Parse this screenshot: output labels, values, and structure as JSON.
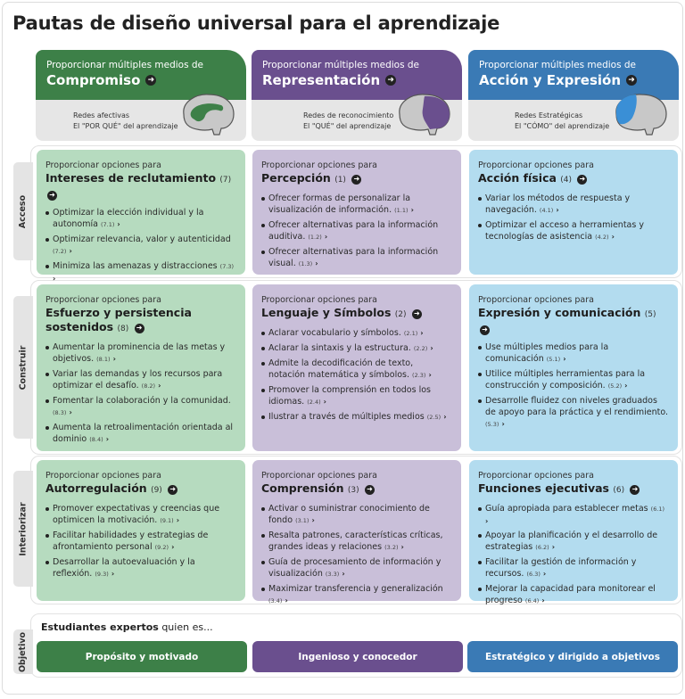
{
  "page": {
    "title": "Pautas de diseño universal para el aprendizaje"
  },
  "colors": {
    "engagement": "#3d8048",
    "representation": "#6a4f8e",
    "action": "#3a7ab5",
    "engagement_light": "#b6dbbf",
    "representation_light": "#c9bfd9",
    "action_light": "#b3dcef"
  },
  "headers": [
    {
      "pre": "Proporcionar múltiples medios de",
      "title": "Compromiso",
      "icon": "arrow-right-circle-icon",
      "network": "Redes afectivas",
      "why": "El \"POR QUÉ\" del aprendizaje",
      "brain_icon": "brain-affective-icon"
    },
    {
      "pre": "Proporcionar múltiples medios de",
      "title": "Representación",
      "icon": "arrow-right-circle-icon",
      "network": "Redes de reconocimiento",
      "why": "El \"QUÉ\" del aprendizaje",
      "brain_icon": "brain-recognition-icon"
    },
    {
      "pre": "Proporcionar múltiples medios de",
      "title": "Acción y Expresión",
      "icon": "arrow-right-circle-icon",
      "network": "Redes Estratégicas",
      "why": "El \"CÓMO\" del aprendizaje",
      "brain_icon": "brain-strategic-icon"
    }
  ],
  "rows": [
    {
      "label": "Acceso",
      "cards": [
        {
          "pre": "Proporcionar opciones para",
          "title": "Intereses de reclutamiento",
          "num": "(7)",
          "items": [
            {
              "text": "Optimizar la elección individual y la autonomía",
              "ref": "(7.1)"
            },
            {
              "text": "Optimizar relevancia, valor y autenticidad",
              "ref": "(7.2)"
            },
            {
              "text": "Minimiza las amenazas y distracciones",
              "ref": "(7.3)"
            }
          ]
        },
        {
          "pre": "Proporcionar opciones para",
          "title": "Percepción",
          "num": "(1)",
          "items": [
            {
              "text": "Ofrecer formas de personalizar la visualización de información.",
              "ref": "(1.1)"
            },
            {
              "text": "Ofrecer alternativas para la información auditiva.",
              "ref": "(1.2)"
            },
            {
              "text": "Ofrecer alternativas para la información visual.",
              "ref": "(1.3)"
            }
          ]
        },
        {
          "pre": "Proporcionar opciones para",
          "title": "Acción física",
          "num": "(4)",
          "items": [
            {
              "text": "Variar los métodos de respuesta y navegación.",
              "ref": "(4.1)"
            },
            {
              "text": "Optimizar el acceso a herramientas y tecnologías de asistencia",
              "ref": "(4.2)"
            }
          ]
        }
      ]
    },
    {
      "label": "Construir",
      "cards": [
        {
          "pre": "Proporcionar opciones para",
          "title": "Esfuerzo y persistencia sostenidos",
          "num": "(8)",
          "items": [
            {
              "text": "Aumentar la prominencia de las metas y objetivos.",
              "ref": "(8.1)"
            },
            {
              "text": "Variar las demandas y los recursos para optimizar el desafío.",
              "ref": "(8.2)"
            },
            {
              "text": "Fomentar la colaboración y la comunidad.",
              "ref": "(8.3)"
            },
            {
              "text": "Aumenta la retroalimentación orientada al dominio",
              "ref": "(8.4)"
            }
          ]
        },
        {
          "pre": "Proporcionar opciones para",
          "title": "Lenguaje y Símbolos",
          "num": "(2)",
          "items": [
            {
              "text": "Aclarar vocabulario y símbolos.",
              "ref": "(2.1)"
            },
            {
              "text": "Aclarar la sintaxis y la estructura.",
              "ref": "(2.2)"
            },
            {
              "text": "Admite la decodificación de texto, notación matemática y símbolos.",
              "ref": "(2.3)"
            },
            {
              "text": "Promover la comprensión en todos los idiomas.",
              "ref": "(2.4)"
            },
            {
              "text": "Ilustrar a través de múltiples medios",
              "ref": "(2.5)"
            }
          ]
        },
        {
          "pre": "Proporcionar opciones para",
          "title": "Expresión y comunicación",
          "num": "(5)",
          "items": [
            {
              "text": "Use múltiples medios para la comunicación",
              "ref": "(5.1)"
            },
            {
              "text": "Utilice múltiples herramientas para la construcción y composición.",
              "ref": "(5.2)"
            },
            {
              "text": "Desarrolle fluidez con niveles graduados de apoyo para la práctica y el rendimiento.",
              "ref": "(5.3)"
            }
          ]
        }
      ]
    },
    {
      "label": "Interiorizar",
      "cards": [
        {
          "pre": "Proporcionar opciones para",
          "title": "Autorregulación",
          "num": "(9)",
          "items": [
            {
              "text": "Promover expectativas y creencias que optimicen la motivación.",
              "ref": "(9.1)"
            },
            {
              "text": "Facilitar habilidades y estrategias de afrontamiento personal",
              "ref": "(9.2)"
            },
            {
              "text": "Desarrollar la autoevaluación y la reflexión.",
              "ref": "(9.3)"
            }
          ]
        },
        {
          "pre": "Proporcionar opciones para",
          "title": "Comprensión",
          "num": "(3)",
          "items": [
            {
              "text": "Activar o suministrar conocimiento de fondo",
              "ref": "(3.1)"
            },
            {
              "text": "Resalta patrones, características críticas, grandes ideas y relaciones",
              "ref": "(3.2)"
            },
            {
              "text": "Guía de procesamiento de información y visualización",
              "ref": "(3.3)"
            },
            {
              "text": "Maximizar transferencia y generalización",
              "ref": "(3.4)"
            }
          ]
        },
        {
          "pre": "Proporcionar opciones para",
          "title": "Funciones ejecutivas",
          "num": "(6)",
          "items": [
            {
              "text": "Guía apropiada para establecer metas",
              "ref": "(6.1)"
            },
            {
              "text": "Apoyar la planificación y el desarrollo de estrategias",
              "ref": "(6.2)"
            },
            {
              "text": "Facilitar la gestión de información y recursos.",
              "ref": "(6.3)"
            },
            {
              "text": "Mejorar la capacidad para monitorear el progreso",
              "ref": "(6.4)"
            }
          ]
        }
      ]
    }
  ],
  "goal": {
    "label": "Objetivo",
    "title_bold": "Estudiantes expertos",
    "title_rest": " quien es...",
    "buttons": [
      "Propósito y motivado",
      "Ingenioso y conocedor",
      "Estratégico y dirigido a objetivos"
    ]
  },
  "glyphs": {
    "arrow": "➜",
    "chevron": "›"
  }
}
